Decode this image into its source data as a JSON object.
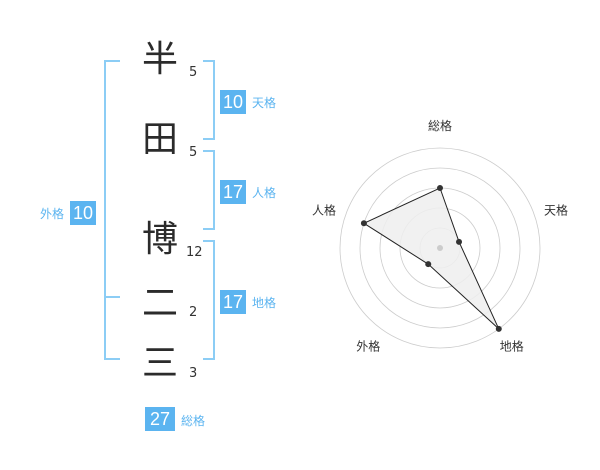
{
  "name": {
    "characters": [
      {
        "char": "半",
        "strokes": "5"
      },
      {
        "char": "田",
        "strokes": "5"
      },
      {
        "char": "博",
        "strokes": "12"
      },
      {
        "char": "二",
        "strokes": "2"
      },
      {
        "char": "三",
        "strokes": "3"
      }
    ]
  },
  "fortunes": {
    "tenkaku": {
      "value": "10",
      "label": "天格"
    },
    "jinkaku": {
      "value": "17",
      "label": "人格"
    },
    "chikaku": {
      "value": "17",
      "label": "地格"
    },
    "gaikaku": {
      "value": "10",
      "label": "外格"
    },
    "soukaku": {
      "value": "27",
      "label": "総格"
    }
  },
  "colors": {
    "accent": "#5bb4f0",
    "bracket": "#8ccdf5",
    "radar_fill": "#efefef",
    "radar_line": "#222222",
    "grid": "#cccccc"
  },
  "chart_data": {
    "type": "radar",
    "axes": [
      "総格",
      "天格",
      "地格",
      "外格",
      "人格"
    ],
    "values": [
      3,
      1,
      5,
      1,
      4
    ],
    "range": [
      0,
      5
    ],
    "grid": true
  }
}
